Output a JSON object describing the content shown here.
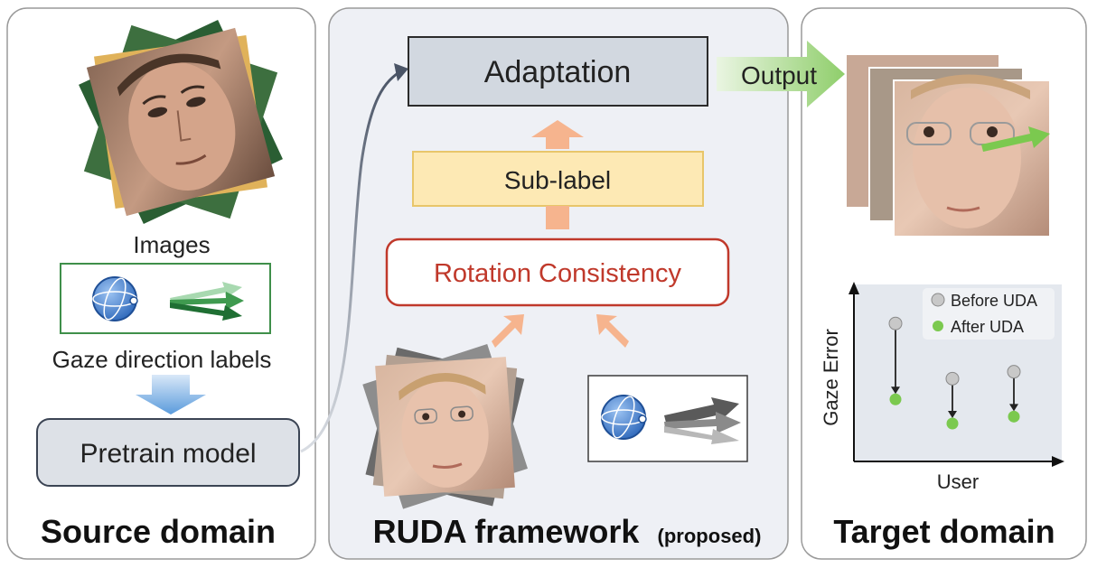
{
  "panels": {
    "source": {
      "title": "Source domain",
      "images_label": "Images",
      "labels_caption": "Gaze direction labels",
      "pretrain_label": "Pretrain model"
    },
    "ruda": {
      "title_main": "RUDA framework",
      "title_suffix": "(proposed)",
      "adaptation_label": "Adaptation",
      "sublabel_label": "Sub-label",
      "rotation_label": "Rotation Consistency"
    },
    "target": {
      "title": "Target domain",
      "output_label": "Output",
      "chart_ylabel": "Gaze Error",
      "chart_xlabel": "User"
    }
  },
  "colors": {
    "panel_border": "#9a9a9a",
    "ruda_bg": "#eef0f5",
    "adaptation_fill": "#d2d8e0",
    "sublabel_fill": "#fde9b4",
    "sublabel_border": "#e8c66a",
    "rotation_border": "#c0392b",
    "rotation_text": "#c0392b",
    "pretrain_fill": "#dde1e7",
    "orange_arrow": "#f6b48e",
    "green_arrow": "#8fce6b",
    "green_label_arrow": "#2e8b3d",
    "sphere_blue": "#3d78c8",
    "chart_bg": "#e4e8ee",
    "before_color": "#c8c8c8",
    "after_color": "#7bc94f"
  },
  "chart_data": {
    "type": "scatter",
    "xlabel": "User",
    "ylabel": "Gaze Error",
    "legend": [
      "Before UDA",
      "After UDA"
    ],
    "legend_position": "top-right",
    "grid": false,
    "series": [
      {
        "name": "Before UDA",
        "values": [
          4.0,
          2.4,
          2.6
        ]
      },
      {
        "name": "After UDA",
        "values": [
          1.8,
          1.1,
          1.3
        ]
      }
    ],
    "ylim": [
      0,
      5
    ]
  }
}
